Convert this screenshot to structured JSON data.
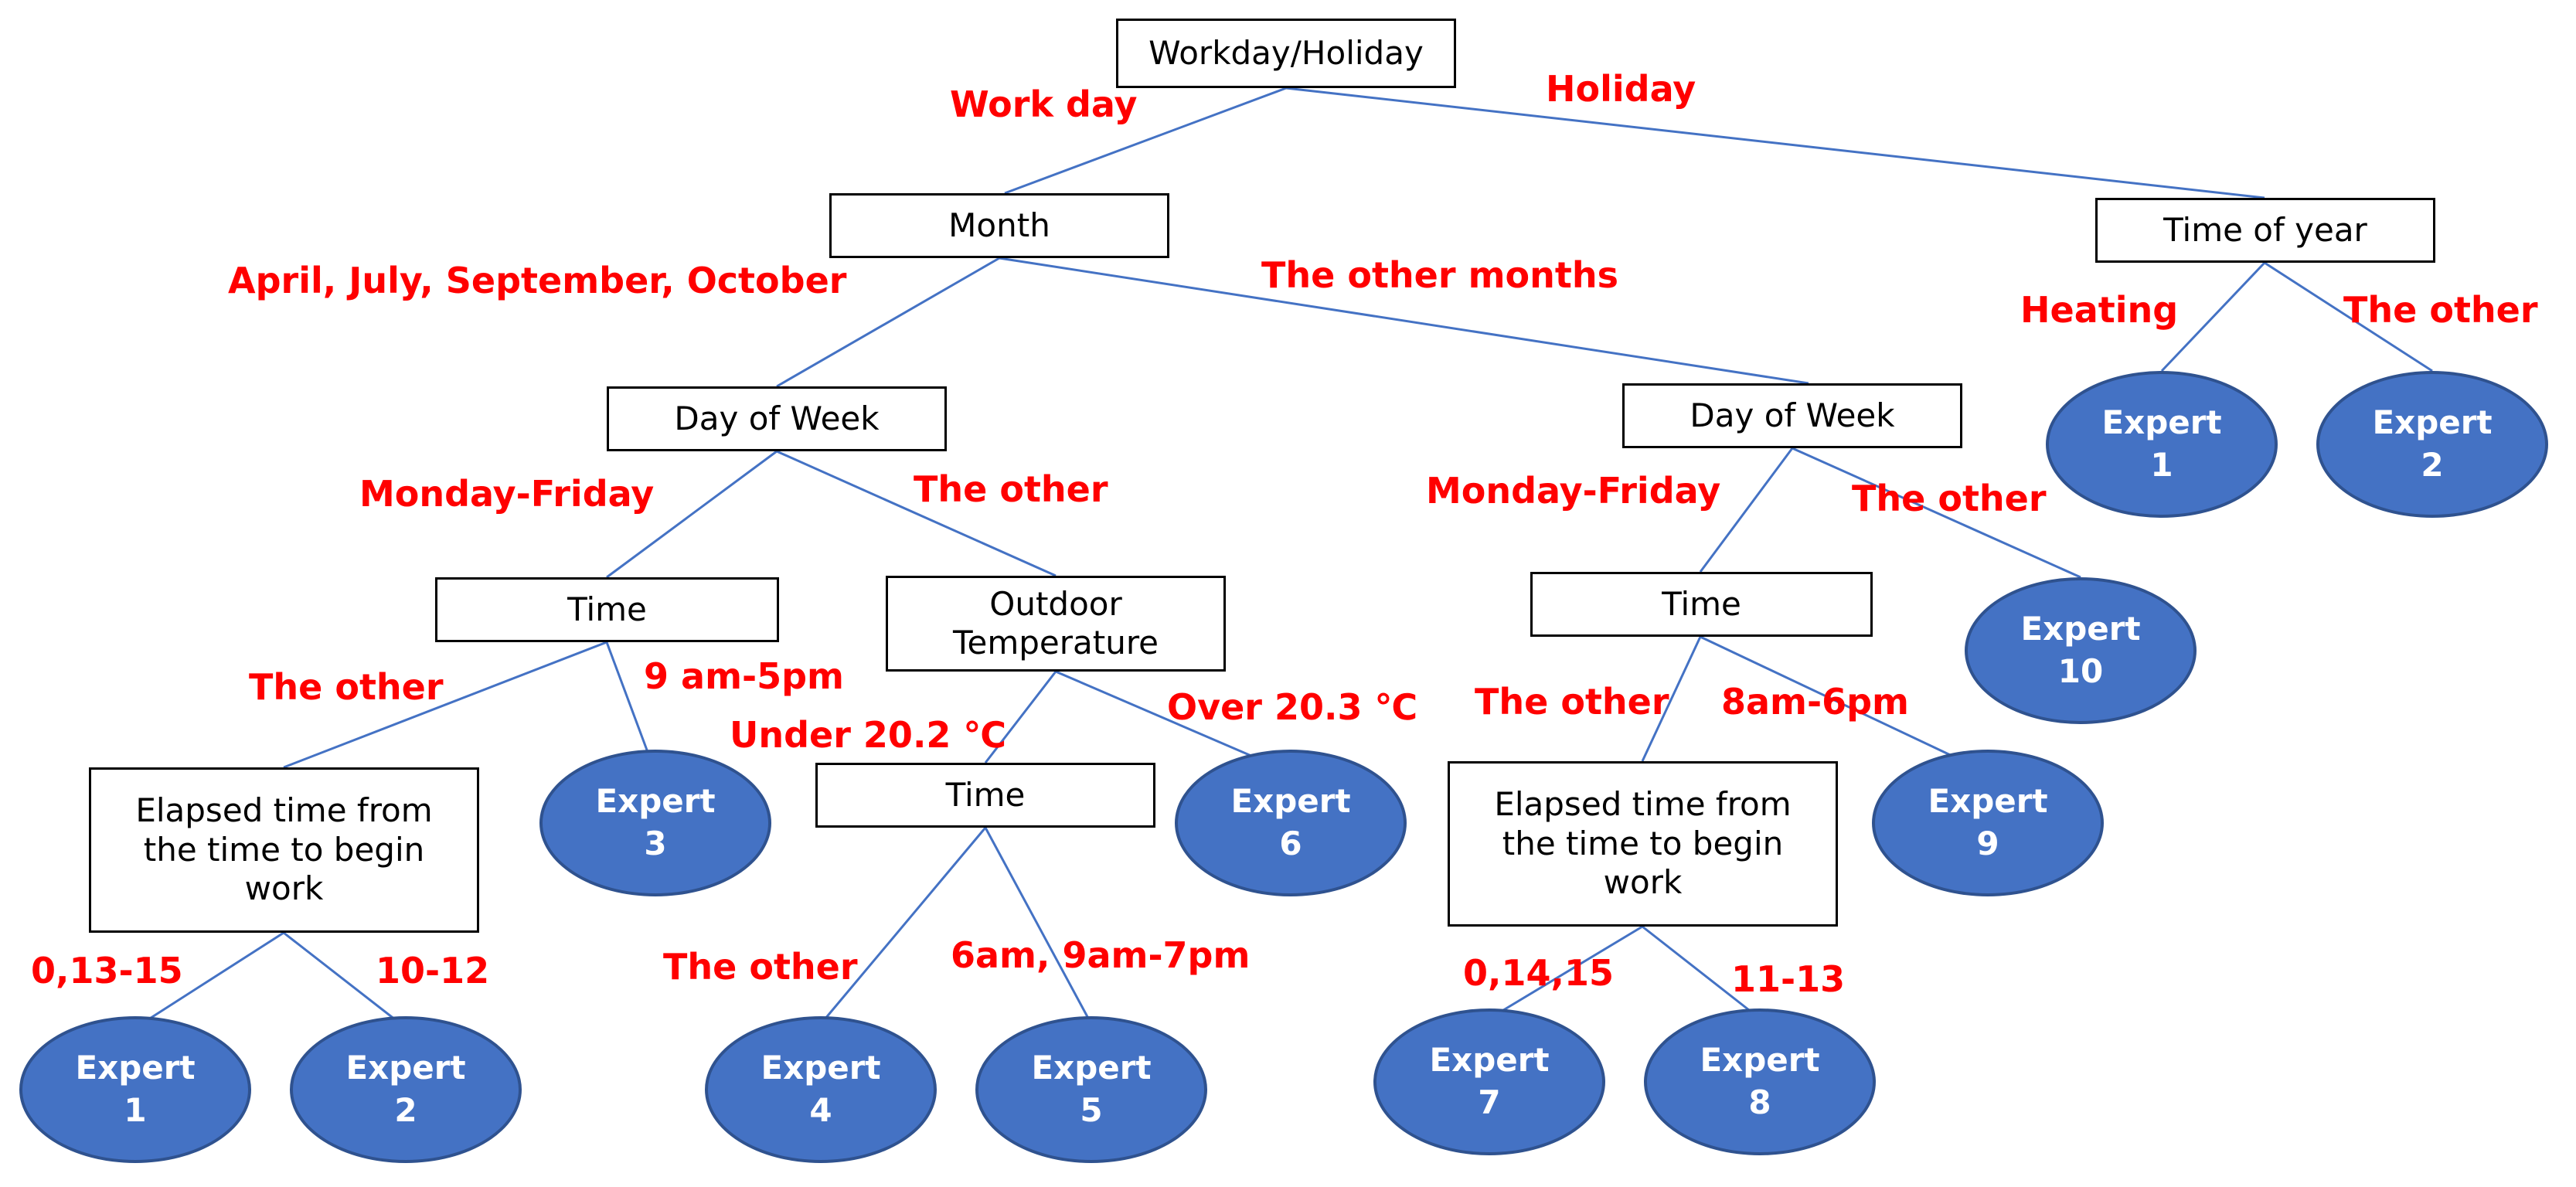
{
  "colors": {
    "edge": "#4472C4",
    "label": "#FF0000",
    "leaf_fill": "#4472C4",
    "leaf_border": "#2F528F",
    "box_border": "#000000"
  },
  "nodes": [
    {
      "id": "root",
      "label": "Workday/Holiday"
    },
    {
      "id": "month",
      "label": "Month"
    },
    {
      "id": "time-of-year",
      "label": "Time of year"
    },
    {
      "id": "dow-left",
      "label": "Day of Week"
    },
    {
      "id": "dow-right",
      "label": "Day of Week"
    },
    {
      "id": "time-a",
      "label": "Time"
    },
    {
      "id": "outdoor-temp",
      "label": "Outdoor\nTemperature"
    },
    {
      "id": "time-c",
      "label": "Time"
    },
    {
      "id": "elapsed-left",
      "label": "Elapsed time from\nthe time to begin\nwork"
    },
    {
      "id": "time-b",
      "label": "Time"
    },
    {
      "id": "elapsed-right",
      "label": "Elapsed time from\nthe time to begin\nwork"
    }
  ],
  "leaves": [
    {
      "id": "expert-1-holiday",
      "label": "Expert\n1"
    },
    {
      "id": "expert-2-holiday",
      "label": "Expert\n2"
    },
    {
      "id": "expert-10",
      "label": "Expert\n10"
    },
    {
      "id": "expert-3",
      "label": "Expert\n3"
    },
    {
      "id": "expert-6",
      "label": "Expert\n6"
    },
    {
      "id": "expert-9",
      "label": "Expert\n9"
    },
    {
      "id": "expert-1-work",
      "label": "Expert\n1"
    },
    {
      "id": "expert-2-work",
      "label": "Expert\n2"
    },
    {
      "id": "expert-4",
      "label": "Expert\n4"
    },
    {
      "id": "expert-5",
      "label": "Expert\n5"
    },
    {
      "id": "expert-7",
      "label": "Expert\n7"
    },
    {
      "id": "expert-8",
      "label": "Expert\n8"
    }
  ],
  "edges": [
    {
      "from": "root",
      "to": "month",
      "label": "Work day"
    },
    {
      "from": "root",
      "to": "time-of-year",
      "label": "Holiday"
    },
    {
      "from": "month",
      "to": "dow-left",
      "label": "April, July, September, October"
    },
    {
      "from": "month",
      "to": "dow-right",
      "label": "The other months"
    },
    {
      "from": "time-of-year",
      "to": "expert-1-holiday",
      "label": "Heating"
    },
    {
      "from": "time-of-year",
      "to": "expert-2-holiday",
      "label": "The other"
    },
    {
      "from": "dow-left",
      "to": "time-a",
      "label": "Monday-Friday"
    },
    {
      "from": "dow-left",
      "to": "outdoor-temp",
      "label": "The other"
    },
    {
      "from": "dow-right",
      "to": "time-b",
      "label": "Monday-Friday"
    },
    {
      "from": "dow-right",
      "to": "expert-10",
      "label": "The other"
    },
    {
      "from": "time-a",
      "to": "elapsed-left",
      "label": "The other"
    },
    {
      "from": "time-a",
      "to": "expert-3",
      "label": "9 am-5pm"
    },
    {
      "from": "outdoor-temp",
      "to": "time-c",
      "label": "Under 20.2 ℃"
    },
    {
      "from": "outdoor-temp",
      "to": "expert-6",
      "label": "Over 20.3 ℃"
    },
    {
      "from": "time-b",
      "to": "elapsed-right",
      "label": "The other"
    },
    {
      "from": "time-b",
      "to": "expert-9",
      "label": "8am-6pm"
    },
    {
      "from": "elapsed-left",
      "to": "expert-1-work",
      "label": "0,13-15"
    },
    {
      "from": "elapsed-left",
      "to": "expert-2-work",
      "label": "10-12"
    },
    {
      "from": "time-c",
      "to": "expert-4",
      "label": "The other"
    },
    {
      "from": "time-c",
      "to": "expert-5",
      "label": "6am, 9am-7pm"
    },
    {
      "from": "elapsed-right",
      "to": "expert-7",
      "label": "0,14,15"
    },
    {
      "from": "elapsed-right",
      "to": "expert-8",
      "label": "11-13"
    }
  ]
}
